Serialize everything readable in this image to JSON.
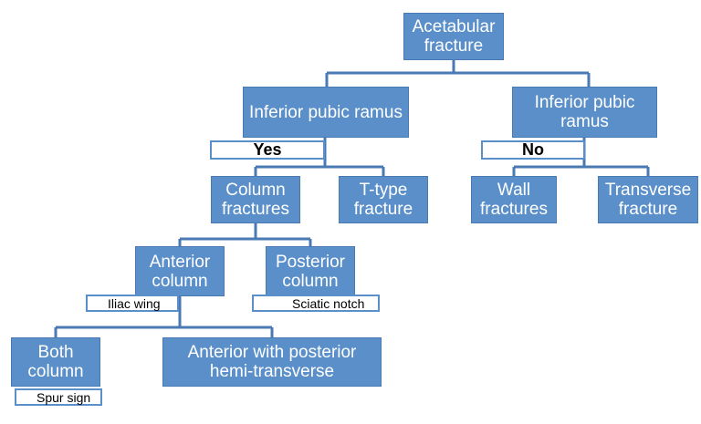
{
  "nodes": {
    "root": "Acetabular\nfracture",
    "left_branch": "Inferior pubic ramus",
    "right_branch": "Inferior pubic\nramus",
    "column_fractures": "Column\nfractures",
    "t_type": "T-type\nfracture",
    "wall": "Wall\nfractures",
    "transverse": "Transverse\nfracture",
    "anterior_column": "Anterior\ncolumn",
    "posterior_column": "Posterior\ncolumn",
    "both_column": "Both\ncolumn",
    "anterior_posterior_hemi": "Anterior with posterior\nhemi-transverse"
  },
  "tags": {
    "yes": "Yes",
    "no": "No",
    "iliac_wing": "Iliac wing",
    "sciatic_notch": "Sciatic notch",
    "spur_sign": "Spur sign"
  },
  "colors": {
    "box_fill": "#5b8fc9",
    "connector": "#4a7ab3"
  }
}
